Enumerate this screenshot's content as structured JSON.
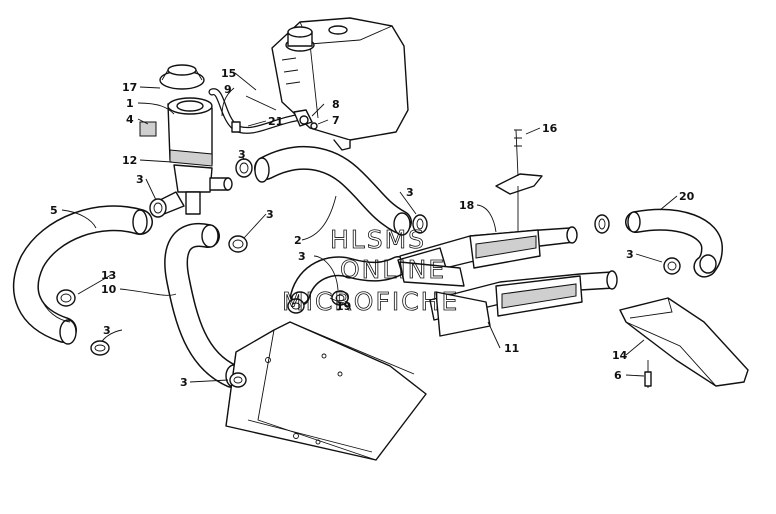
{
  "callouts": {
    "c1": "1",
    "c2": "2",
    "c3a": "3",
    "c3b": "3",
    "c3c": "3",
    "c3d": "3",
    "c3e": "3",
    "c3f": "3",
    "c3g": "3",
    "c4": "4",
    "c5": "5",
    "c6": "6",
    "c7": "7",
    "c8": "8",
    "c9": "9",
    "c10": "10",
    "c11": "11",
    "c12": "12",
    "c13": "13",
    "c14": "14",
    "c15": "15",
    "c16": "16",
    "c17": "17",
    "c18": "18",
    "c19": "19",
    "c20": "20",
    "c21": "21"
  },
  "watermark": {
    "line1": "HLSMS",
    "line2": "ONLINE",
    "line3": "MICROFICHE"
  },
  "colors": {
    "line": "#111111",
    "shade": "#cfcfcf",
    "background": "#ffffff"
  }
}
